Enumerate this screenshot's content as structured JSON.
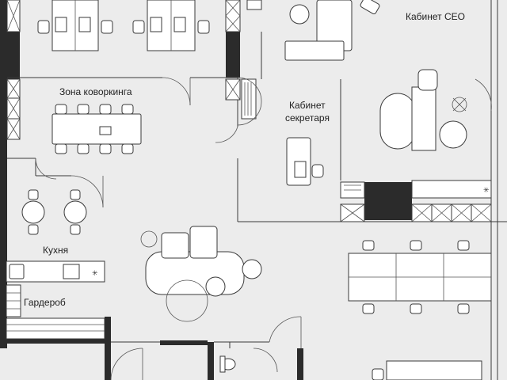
{
  "rooms": {
    "ceo": "Кабинет CEO",
    "coworking": "Зона коворкинга",
    "secretary_line1": "Кабинет",
    "secretary_line2": "секретаря",
    "kitchen": "Кухня",
    "wardrobe": "Гардероб"
  },
  "colors": {
    "wall": "#2b2b2b",
    "floor": "#ececec",
    "furniture": "#ffffff"
  },
  "icons": [
    "chair-icon",
    "desk-icon",
    "sofa-icon",
    "plant-icon",
    "toilet-icon",
    "sink-icon",
    "stove-icon",
    "door-swing-icon"
  ]
}
